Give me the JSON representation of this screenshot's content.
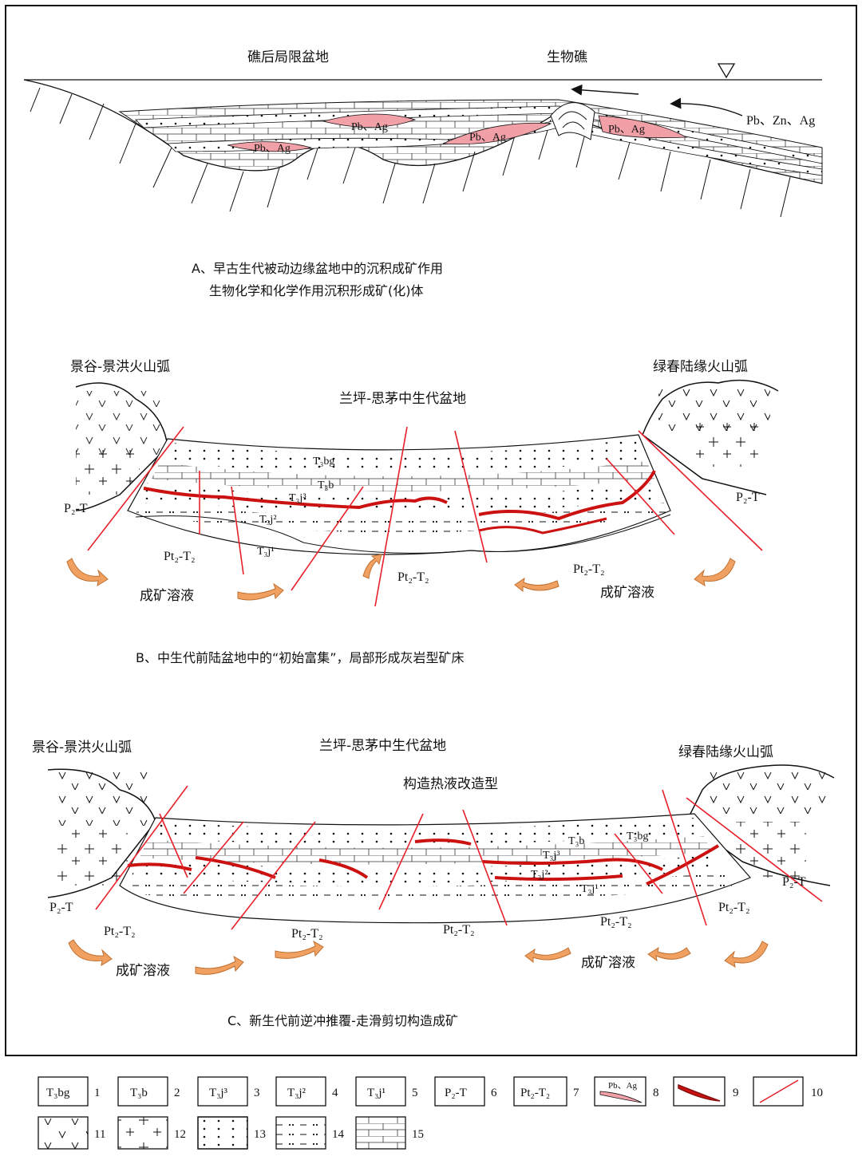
{
  "panel_a": {
    "label_basin": "礁后局限盆地",
    "label_reef": "生物礁",
    "label_inflow": "Pb、Zn、Ag",
    "ore_labels": [
      "Pb、Ag",
      "Pb、Ag",
      "Pb、Ag",
      "Pb、Ag"
    ],
    "caption_line1": "A、早古生代被动边缘盆地中的沉积成矿作用",
    "caption_line2": "生物化学和化学作用沉积形成矿(化)体"
  },
  "panel_b": {
    "left_arc": "景谷-景洪火山弧",
    "right_arc": "绿春陆缘火山弧",
    "basin": "兰坪-思茅中生代盆地",
    "units": {
      "t3bg": "T₃bg",
      "t3b": "T₃b",
      "t3j3": "T₃j³",
      "t3j2": "T₃j²",
      "t3j1": "T₃j¹"
    },
    "p2t_left": "P₂-T",
    "p2t_right": "P₂-T",
    "pt2t2": [
      "Pt₂-T₂",
      "Pt₂-T₂",
      "Pt₂-T₂"
    ],
    "fluid": [
      "成矿溶液",
      "成矿溶液"
    ],
    "caption": "B、中生代前陆盆地中的“初始富集”，局部形成灰岩型矿床"
  },
  "panel_c": {
    "left_arc": "景谷-景洪火山弧",
    "right_arc": "绿春陆缘火山弧",
    "basin": "兰坪-思茅中生代盆地",
    "subtitle": "构造热液改造型",
    "units": {
      "t3b": "T₃b",
      "t3bg": "T₃bg",
      "t3j3": "T₃j³",
      "t3j2": "T₃j²",
      "t3j1": "T₃j¹"
    },
    "p2t_left": "P₂-T",
    "p2t_right": "P₂-T",
    "pt2t2": [
      "Pt₂-T₂",
      "Pt₂-T₂",
      "Pt₂-T₂",
      "Pt₂-T₂",
      "Pt₂-T₂"
    ],
    "fluid": [
      "成矿溶液",
      "成矿溶液"
    ],
    "caption": "C、新生代前逆冲推覆-走滑剪切构造成矿"
  },
  "legend": {
    "items": [
      {
        "no": "1",
        "code": "T₃bg"
      },
      {
        "no": "2",
        "code": "T₃b"
      },
      {
        "no": "3",
        "code": "T₃j³"
      },
      {
        "no": "4",
        "code": "T₃j²"
      },
      {
        "no": "5",
        "code": "T₃j¹"
      },
      {
        "no": "6",
        "code": "P₂-T"
      },
      {
        "no": "7",
        "code": "Pt₂-T₂"
      },
      {
        "no": "8",
        "code": "Pb、Ag"
      },
      {
        "no": "9",
        "code": ""
      },
      {
        "no": "10",
        "code": ""
      },
      {
        "no": "11",
        "code": ""
      },
      {
        "no": "12",
        "code": ""
      },
      {
        "no": "13",
        "code": ""
      },
      {
        "no": "14",
        "code": ""
      },
      {
        "no": "15",
        "code": ""
      }
    ]
  },
  "colors": {
    "ore_pink": "#f2a0a8",
    "vein_red": "#cc1111",
    "fault_red": "#e8202a",
    "fluid_orange": "#f0a060"
  }
}
